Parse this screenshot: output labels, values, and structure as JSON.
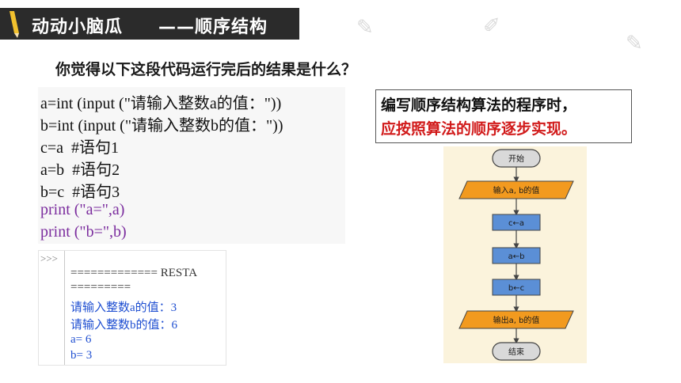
{
  "header": {
    "title": "动动小脑瓜",
    "subtitle": "——顺序结构",
    "icon": "pencil-icon"
  },
  "question": "你觉得以下这段代码运行完后的结果是什么？",
  "code": {
    "lines": [
      "a=int (input (\"请输入整数a的值：\"))",
      "b=int (input (\"请输入整数b的值：\"))",
      "c=a  #语句1",
      "a=b  #语句2",
      "b=c  #语句3",
      "print (\"a=\",a)",
      "print (\"b=\",b)"
    ]
  },
  "shell": {
    "prompt": ">>>",
    "restart_line": "============= RESTA",
    "restart_line2": "=========",
    "outputs": [
      "请输入整数a的值：3",
      "请输入整数b的值：6",
      "a= 6",
      "b= 3"
    ]
  },
  "note": {
    "line1": "编写顺序结构算法的程序时，",
    "line2": "应按照算法的顺序逐步实现。"
  },
  "flowchart": {
    "start": "开始",
    "input": "输入a, b的值",
    "step1": "c←a",
    "step2": "a←b",
    "step3": "b←c",
    "output": "输出a, b的值",
    "end": "结束"
  },
  "colors": {
    "header_bg": "#2b2b2b",
    "note_red": "#d11a1a",
    "io_orange": "#f29a1f",
    "process_blue": "#5b8fd6",
    "terminal_gray": "#d9d9d9",
    "flow_bg": "#fbf3dc"
  }
}
